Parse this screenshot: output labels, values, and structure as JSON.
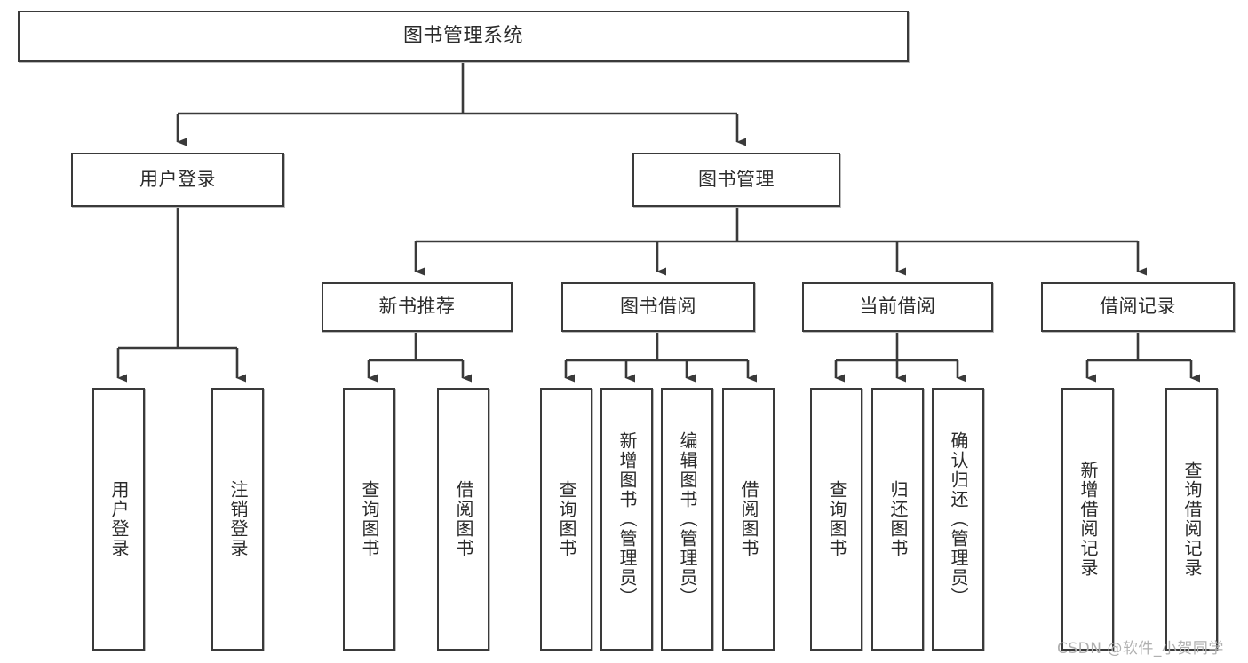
{
  "diagram": {
    "title": "图书管理系统",
    "type": "hierarchy-tree",
    "watermark": "CSDN @软件_小贺同学",
    "colors": {
      "background": "#ffffff",
      "box_border": "#3a3a3a",
      "box_fill": "#ffffff",
      "text": "#2b2b2b",
      "edge": "#3a3a3a",
      "watermark": "#b0b0b0"
    },
    "levels": [
      {
        "level": 1,
        "nodes": [
          {
            "id": "root",
            "label": "图书管理系统"
          }
        ]
      },
      {
        "level": 2,
        "nodes": [
          {
            "id": "login",
            "label": "用户登录",
            "parent": "root"
          },
          {
            "id": "bookmgmt",
            "label": "图书管理",
            "parent": "root"
          }
        ]
      },
      {
        "level": 3,
        "nodes": [
          {
            "id": "newbook",
            "label": "新书推荐",
            "parent": "bookmgmt"
          },
          {
            "id": "borrow",
            "label": "图书借阅",
            "parent": "bookmgmt"
          },
          {
            "id": "current",
            "label": "当前借阅",
            "parent": "bookmgmt"
          },
          {
            "id": "record",
            "label": "借阅记录",
            "parent": "bookmgmt"
          }
        ]
      },
      {
        "level": 4,
        "nodes": [
          {
            "id": "l1",
            "label": "用户登录",
            "parent": "login"
          },
          {
            "id": "l2",
            "label": "注销登录",
            "parent": "login"
          },
          {
            "id": "l3",
            "label": "查询图书",
            "parent": "newbook"
          },
          {
            "id": "l4",
            "label": "借阅图书",
            "parent": "newbook"
          },
          {
            "id": "l5",
            "label": "查询图书",
            "parent": "borrow"
          },
          {
            "id": "l6",
            "label": "新增图书（管理员）",
            "parent": "borrow"
          },
          {
            "id": "l7",
            "label": "编辑图书（管理员）",
            "parent": "borrow"
          },
          {
            "id": "l8",
            "label": "借阅图书",
            "parent": "borrow"
          },
          {
            "id": "l9",
            "label": "查询图书",
            "parent": "current"
          },
          {
            "id": "l10",
            "label": "归还图书",
            "parent": "current"
          },
          {
            "id": "l11",
            "label": "确认归还（管理员）",
            "parent": "current"
          },
          {
            "id": "l12",
            "label": "新增借阅记录",
            "parent": "record"
          },
          {
            "id": "l13",
            "label": "查询借阅记录",
            "parent": "record"
          }
        ]
      }
    ]
  }
}
